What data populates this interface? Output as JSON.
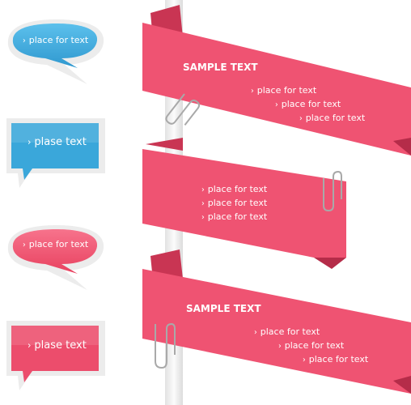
{
  "colors": {
    "blue": "#3ea7d9",
    "pink": "#ee4d6b",
    "pole": "#eaeaea",
    "clip": "#a9a9a9"
  },
  "icons": {
    "bullet": "chevron-right-icon",
    "clip": "paperclip-icon"
  },
  "bubbles": [
    {
      "label": "place for text",
      "color": "blue"
    },
    {
      "label": "plase text",
      "color": "blue"
    },
    {
      "label": "place for text",
      "color": "pink"
    },
    {
      "label": "plase text",
      "color": "pink"
    }
  ],
  "banners": [
    {
      "title": "SAMPLE TEXT",
      "lines": [
        "place for text",
        "place for text",
        "place for text"
      ]
    },
    {
      "title": "",
      "lines": [
        "place for text",
        "place for text",
        "place for text"
      ]
    },
    {
      "title": "SAMPLE TEXT",
      "lines": [
        "place for text",
        "place for text",
        "place for text"
      ]
    }
  ]
}
